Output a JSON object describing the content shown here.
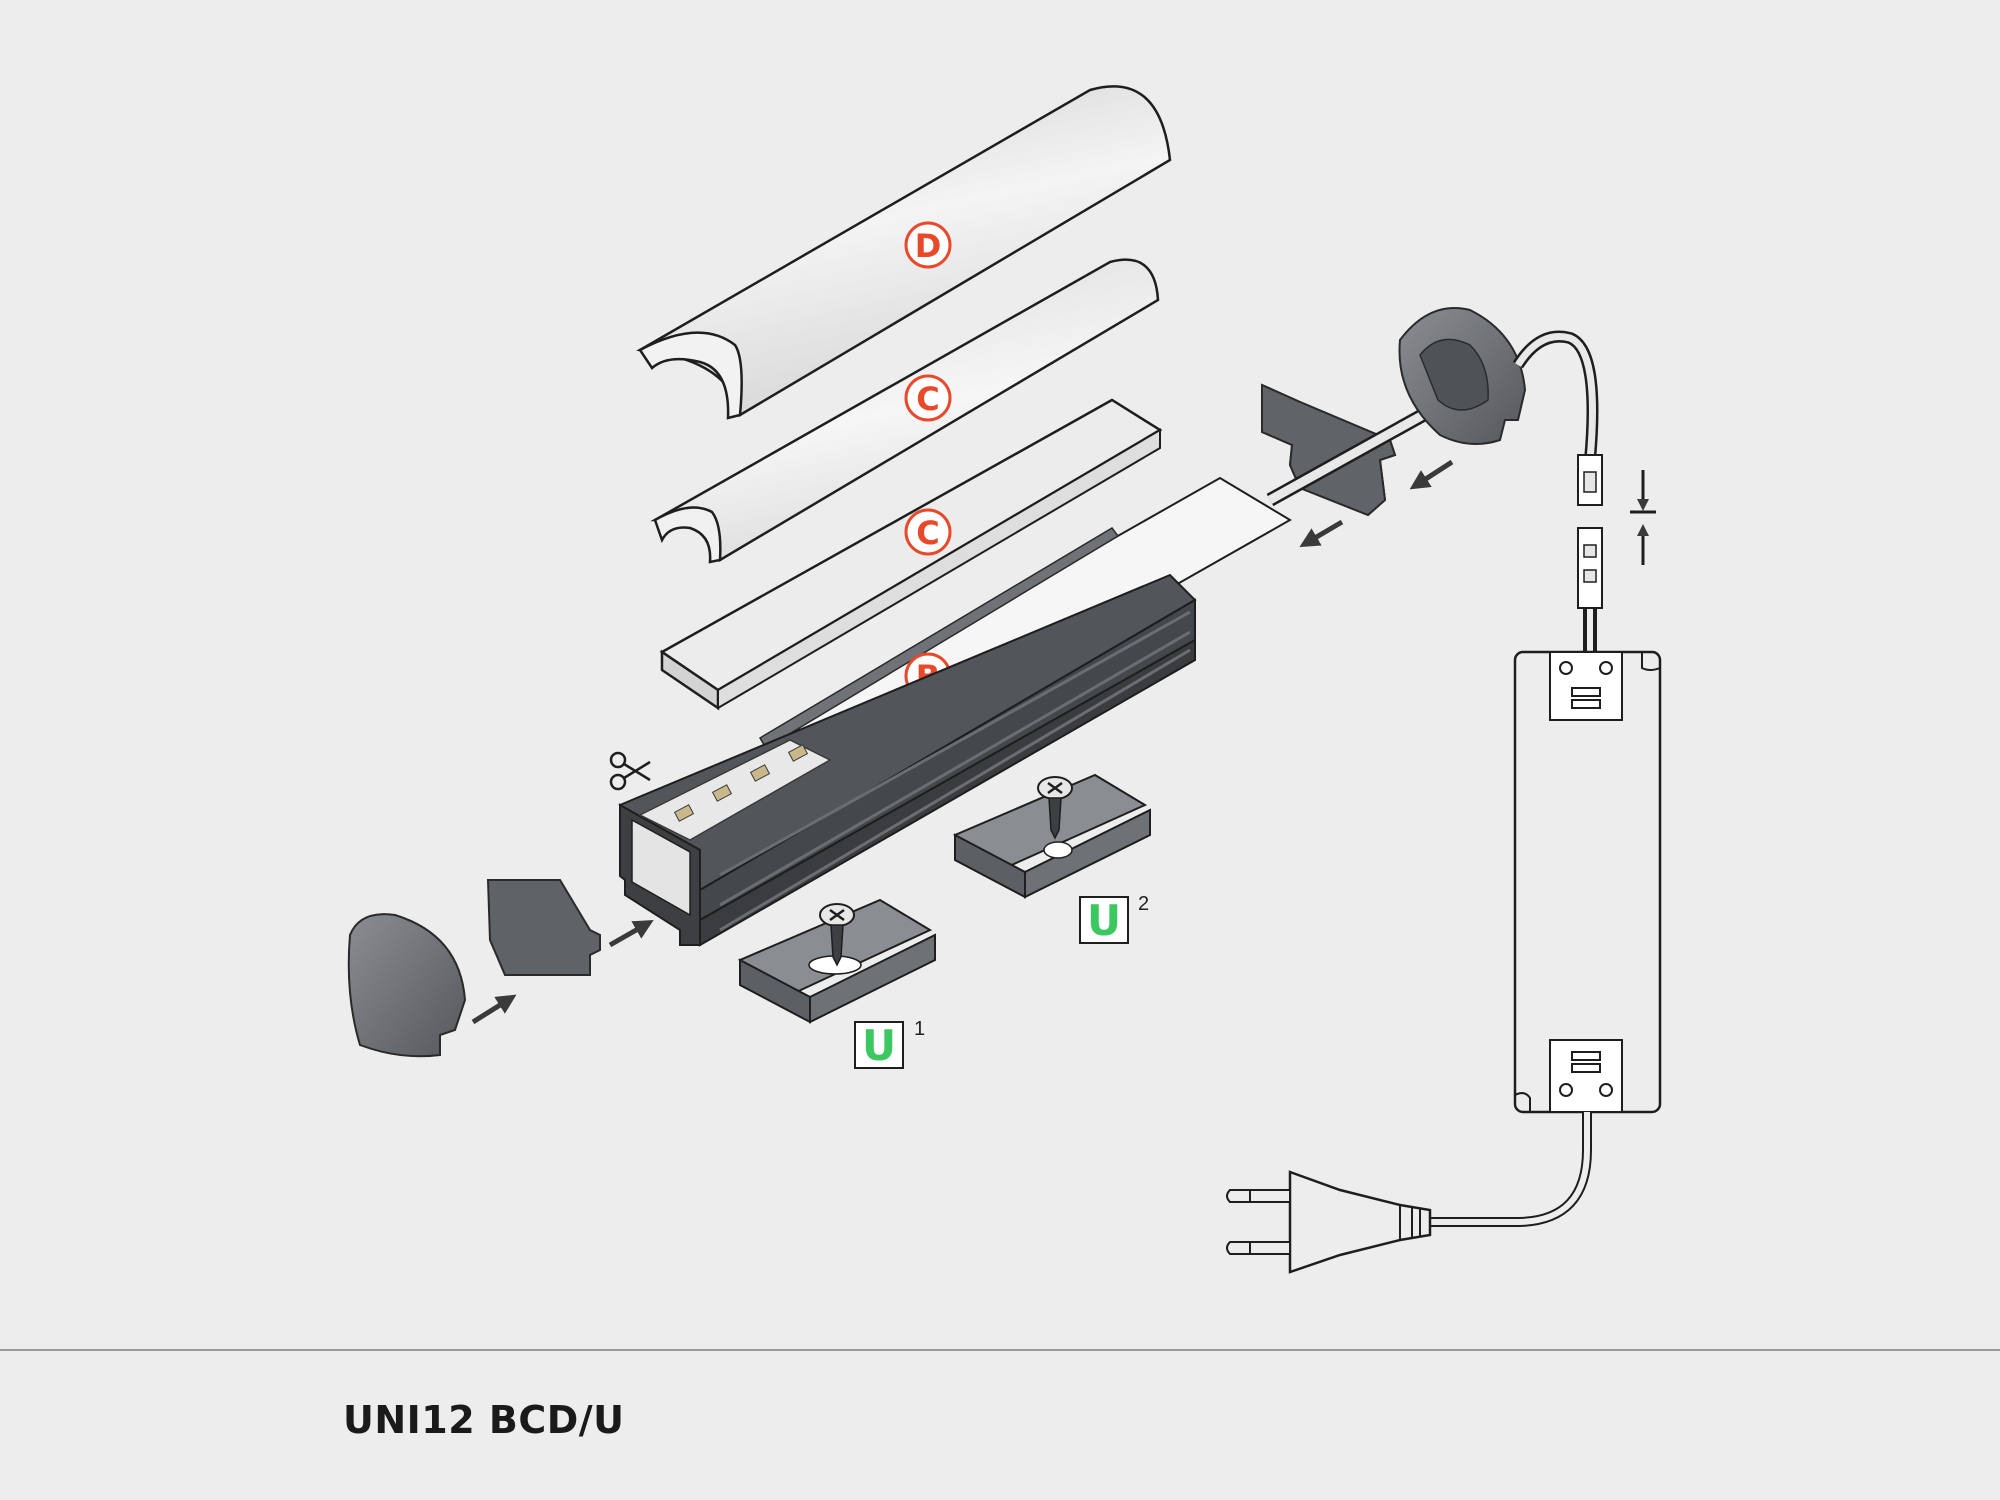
{
  "labels": {
    "diffuser_round": "D",
    "diffuser_mid": "C",
    "diffuser_flat": "C",
    "led_strip": "B",
    "mount_clip_1": "U",
    "mount_clip_2": "U"
  },
  "superscripts": {
    "mount_clip_1": "1",
    "mount_clip_2": "2"
  },
  "caption": "UNI12 BCD/U",
  "colors": {
    "label_red": "#e8492a",
    "label_green": "#3cc860",
    "profile_dark": "#3d3f42",
    "endcap_grey": "#6e7175",
    "diffuser_light": "#e9e9ea",
    "background": "#ededed"
  },
  "icons": [
    "scissors-icon",
    "screw-icon",
    "arrow-icon",
    "power-plug-icon",
    "connector-icon"
  ]
}
